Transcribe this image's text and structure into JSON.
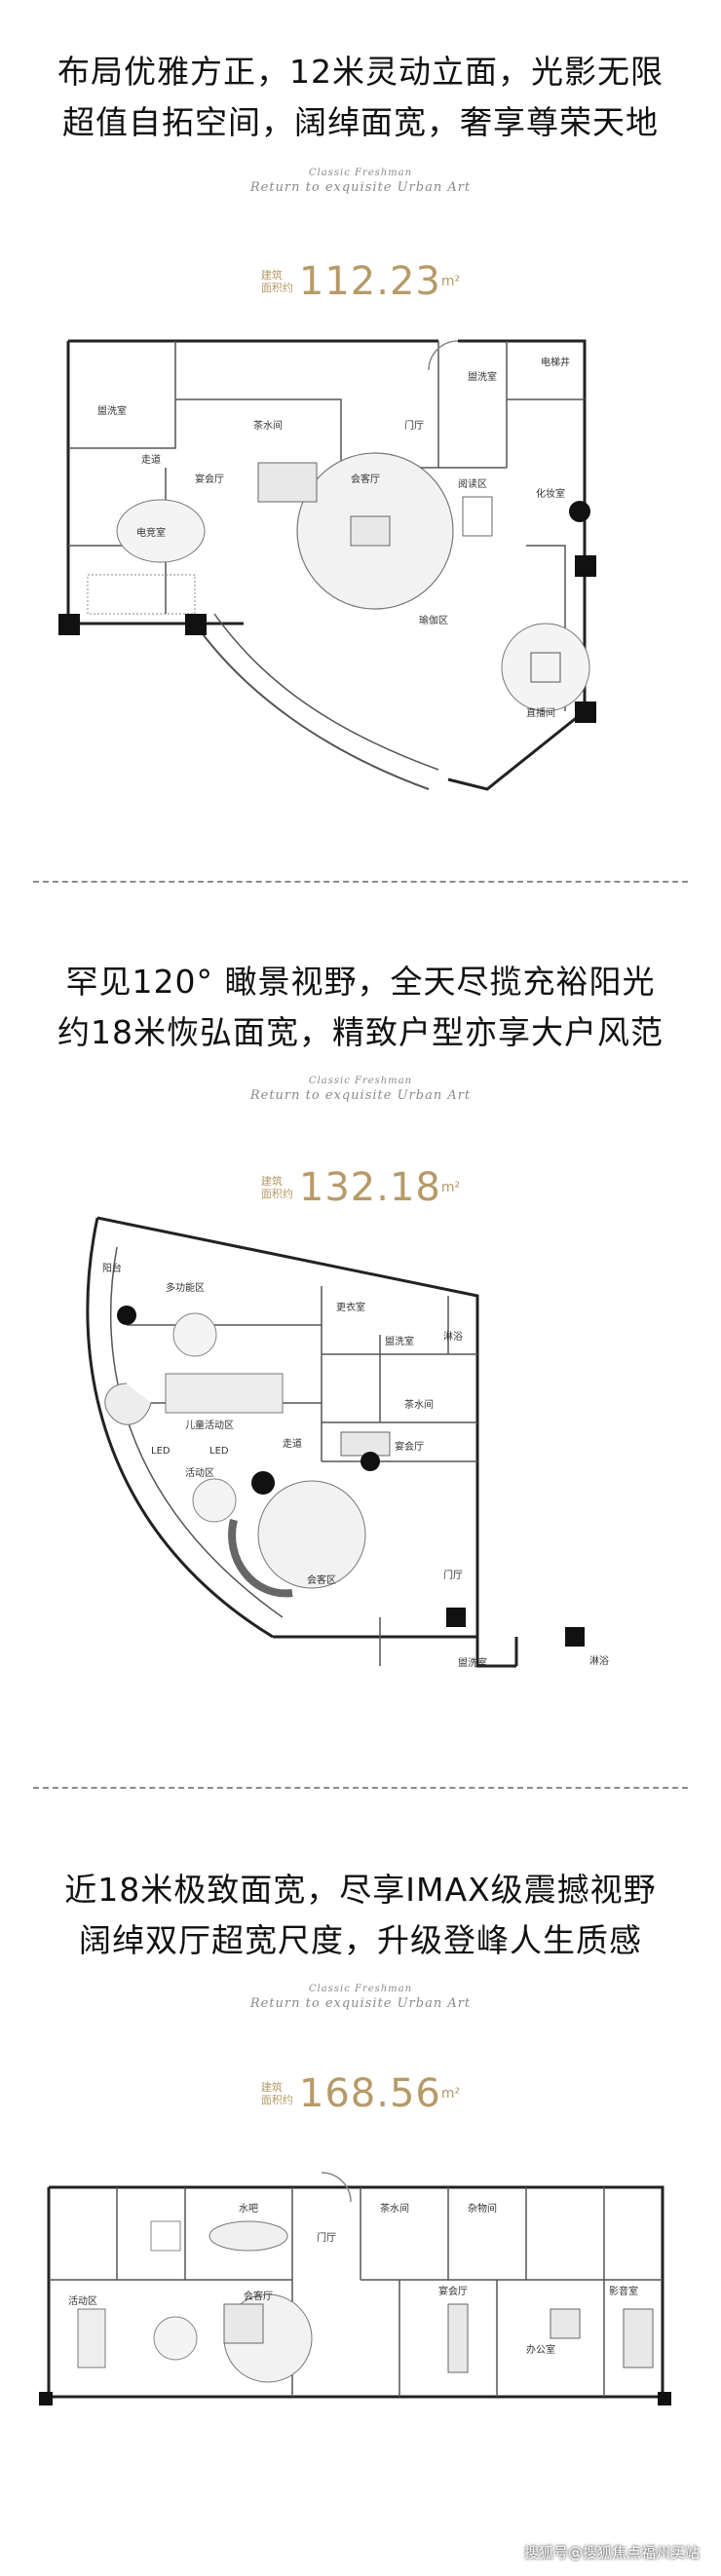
{
  "sections": [
    {
      "headline": [
        "布局优雅方正，12米灵动立面，光影无限",
        "超值自拓空间，阔绰面宽，奢享尊荣天地"
      ],
      "sub1": "Classic Freshman",
      "sub2": "Return to exquisite Urban Art",
      "area_label": [
        "建筑",
        "面积约"
      ],
      "area_value": "112.23",
      "area_unit": "m²",
      "rooms": {
        "r1": "盥洗室",
        "r2": "茶水间",
        "r3": "门厅",
        "r4": "盥洗室",
        "r5": "电梯井",
        "r6": "走道",
        "r7": "宴会厅",
        "r8": "会客厅",
        "r9": "阅读区",
        "r10": "化妆室",
        "r11": "电竞室",
        "r12": "瑜伽区",
        "r13": "直播间"
      }
    },
    {
      "headline": [
        "罕见120° 瞰景视野，全天尽揽充裕阳光",
        "约18米恢弘面宽，精致户型亦享大户风范"
      ],
      "sub1": "Classic Freshman",
      "sub2": "Return to exquisite Urban Art",
      "area_label": [
        "建筑",
        "面积约"
      ],
      "area_value": "132.18",
      "area_unit": "m²",
      "rooms": {
        "r1": "阳台",
        "r2": "多功能区",
        "r3": "更衣室",
        "r4": "盥洗室",
        "r5": "淋浴",
        "r6": "儿童活动区",
        "r7": "走道",
        "r8": "茶水间",
        "r9": "宴会厅",
        "r10": "活动区",
        "r11": "门厅",
        "r12": "会客区",
        "r13": "盥洗室",
        "r14": "淋浴",
        "r15": "LED",
        "r16": "LED"
      }
    },
    {
      "headline": [
        "近18米极致面宽，尽享IMAX级震撼视野",
        "阔绰双厅超宽尺度，升级登峰人生质感"
      ],
      "sub1": "Classic Freshman",
      "sub2": "Return to exquisite Urban Art",
      "area_label": [
        "建筑",
        "面积约"
      ],
      "area_value": "168.56",
      "area_unit": "m²",
      "rooms": {
        "r1": "水吧",
        "r2": "茶水间",
        "r3": "杂物间",
        "r4": "门厅",
        "r5": "会客厅",
        "r6": "宴会厅",
        "r7": "办公室",
        "r8": "影音室",
        "r9": "活动区"
      }
    }
  ],
  "watermark": "搜狐号@搜狐焦点福州买站"
}
